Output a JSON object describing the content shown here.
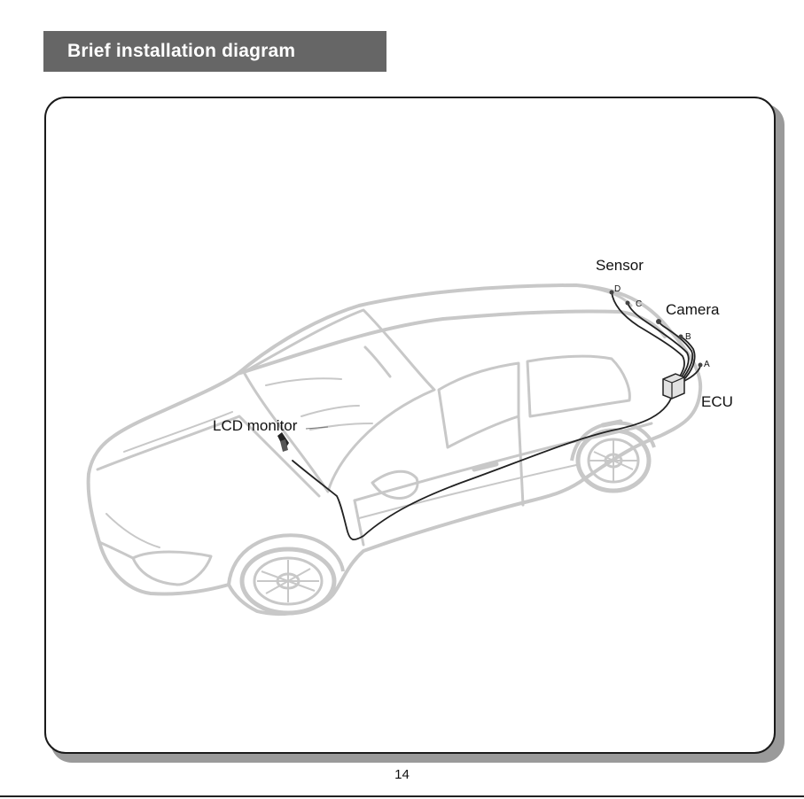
{
  "header": {
    "title": "Brief installation diagram"
  },
  "diagram": {
    "labels": {
      "sensor": "Sensor",
      "camera": "Camera",
      "ecu": "ECU",
      "lcd_monitor": "LCD monitor"
    },
    "sensor_letters": [
      "D",
      "C",
      "B",
      "A"
    ]
  },
  "footer": {
    "page_number": "14"
  },
  "colors": {
    "title_background": "#666666",
    "title_text": "#ffffff",
    "car_outline": "#c8c8c8",
    "cable": "#222222"
  }
}
